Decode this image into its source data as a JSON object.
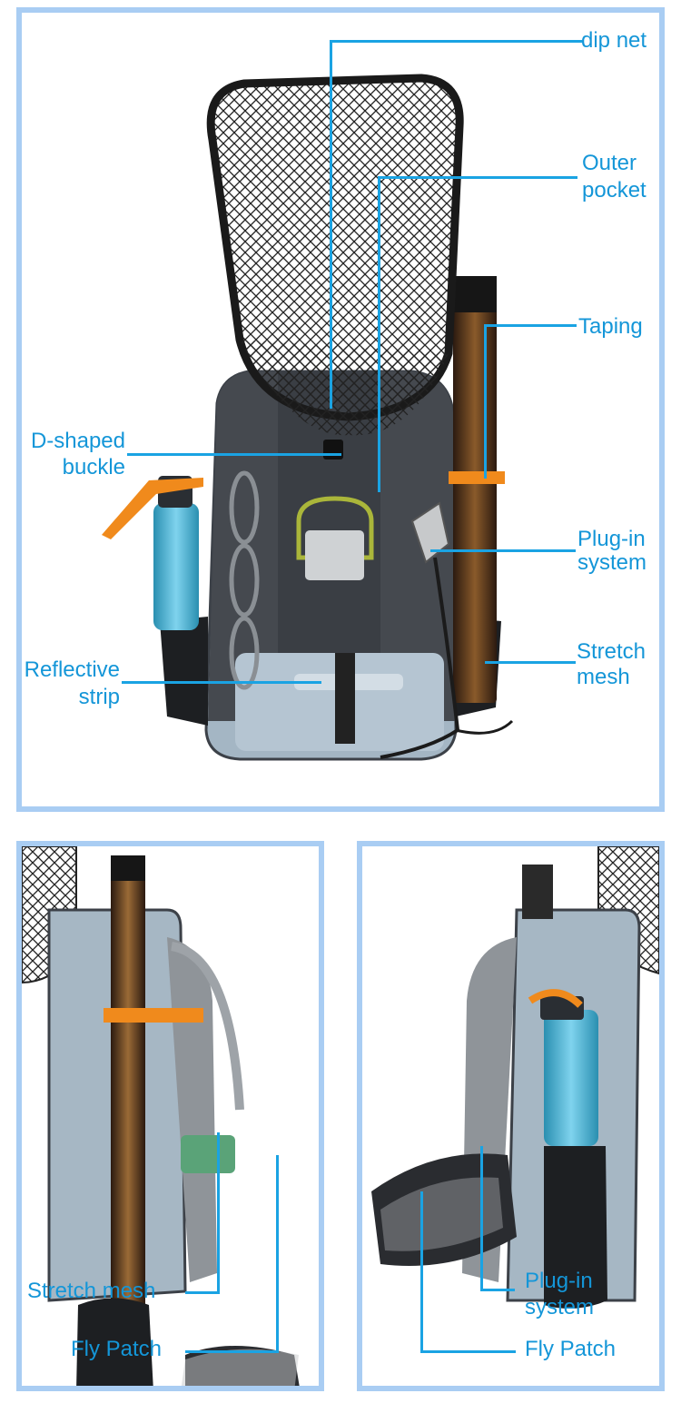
{
  "colors": {
    "frame_border": "#a9cdf3",
    "callout_text": "#1496d8",
    "callout_line": "#1aa3e3"
  },
  "main_panel": {
    "labels": {
      "dip_net": "dip net",
      "outer_pocket_1": "Outer",
      "outer_pocket_2": "pocket",
      "taping": "Taping",
      "plug_in_1": "Plug-in",
      "plug_in_2": "system",
      "stretch_mesh_1": "Stretch",
      "stretch_mesh_2": "mesh",
      "d_buckle_1": "D-shaped",
      "d_buckle_2": "buckle",
      "reflective_1": "Reflective",
      "reflective_2": "strip"
    }
  },
  "left_panel": {
    "labels": {
      "stretch_mesh": "Stretch mesh",
      "fly_patch": "Fly Patch"
    }
  },
  "right_panel": {
    "labels": {
      "plug_in_1": "Plug-in",
      "plug_in_2": "system",
      "fly_patch": "Fly Patch"
    }
  },
  "icons": [
    "fishing-backpack-front-photo",
    "fishing-backpack-side-left-photo",
    "fishing-backpack-side-right-photo"
  ]
}
